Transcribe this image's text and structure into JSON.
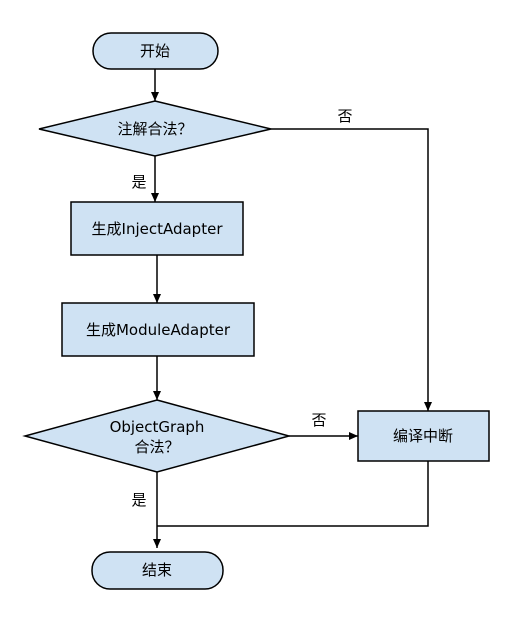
{
  "colors": {
    "node_fill": "#cfe2f3",
    "stroke": "#000000",
    "background": "#ffffff"
  },
  "nodes": {
    "start": {
      "label": "开始"
    },
    "check_annotation": {
      "label": "注解合法？"
    },
    "gen_inject_adapter": {
      "label": "生成InjectAdapter"
    },
    "gen_module_adapter": {
      "label": "生成ModuleAdapter"
    },
    "check_object_graph": {
      "label_line1": "ObjectGraph",
      "label_line2": "合法？"
    },
    "compile_abort": {
      "label": "编译中断"
    },
    "end": {
      "label": "结束"
    }
  },
  "edges": {
    "annotation_no": "否",
    "annotation_yes": "是",
    "object_graph_no": "否",
    "object_graph_yes": "是"
  }
}
